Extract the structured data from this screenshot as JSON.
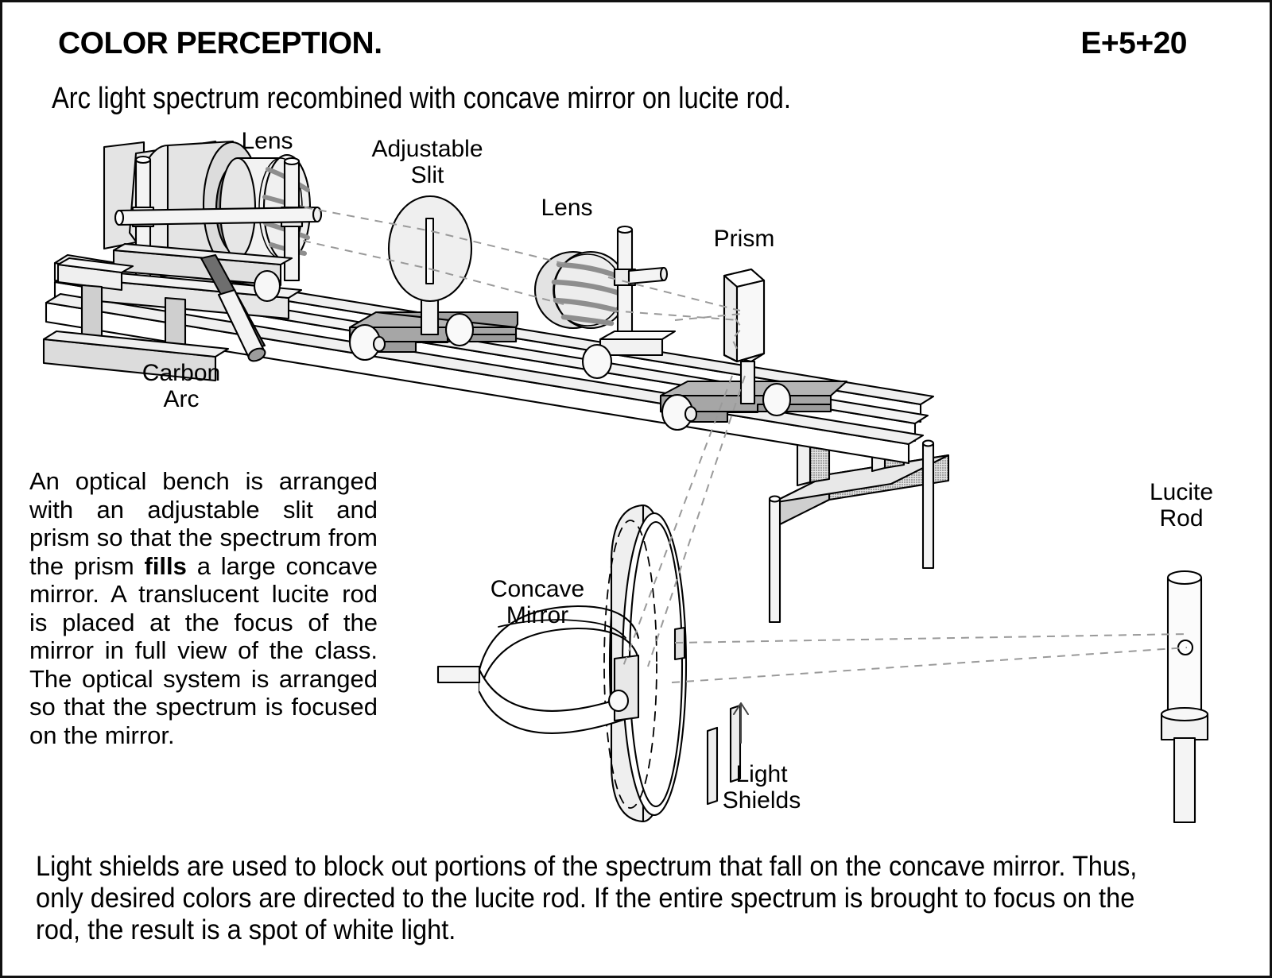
{
  "header": {
    "title": "COLOR PERCEPTION.",
    "code": "E+5+20",
    "subtitle": "Arc light spectrum recombined with concave mirror on lucite rod."
  },
  "figure": {
    "labels": {
      "lens_1": "Lens",
      "adjustable_slit": "Adjustable\nSlit",
      "lens_2": "Lens",
      "prism": "Prism",
      "carbon_arc": "Carbon\nArc",
      "concave_mirror": "Concave\nMirror",
      "light_shields": "Light\nShields",
      "lucite_rod": "Lucite\nRod"
    },
    "colors": {
      "outline": "#000000",
      "fill_light": "#f2f2f2",
      "fill_mid": "#d9d9d9",
      "fill_dark": "#bfbfbf",
      "fill_darker": "#8c8c8c",
      "ray_line": "#9a9a9a",
      "page_background": "#ffffff",
      "border": "#111111"
    }
  },
  "body": {
    "left_paragraph_part1": "An optical bench is arranged with an adjustable slit and prism so that the spectrum from the prism ",
    "left_paragraph_bold": "fills",
    "left_paragraph_part2": " a large concave mirror.  A translucent lucite rod is placed at the focus of the mirror in full view of the class.  The optical system is arranged so that the spectrum is focused on the mirror.",
    "bottom_paragraph": "Light shields are used to block out portions of the spectrum that fall on the concave mirror.  Thus, only desired colors are directed to the lucite rod.  If the entire spectrum is brought to focus on the rod, the result is a spot of white light."
  }
}
